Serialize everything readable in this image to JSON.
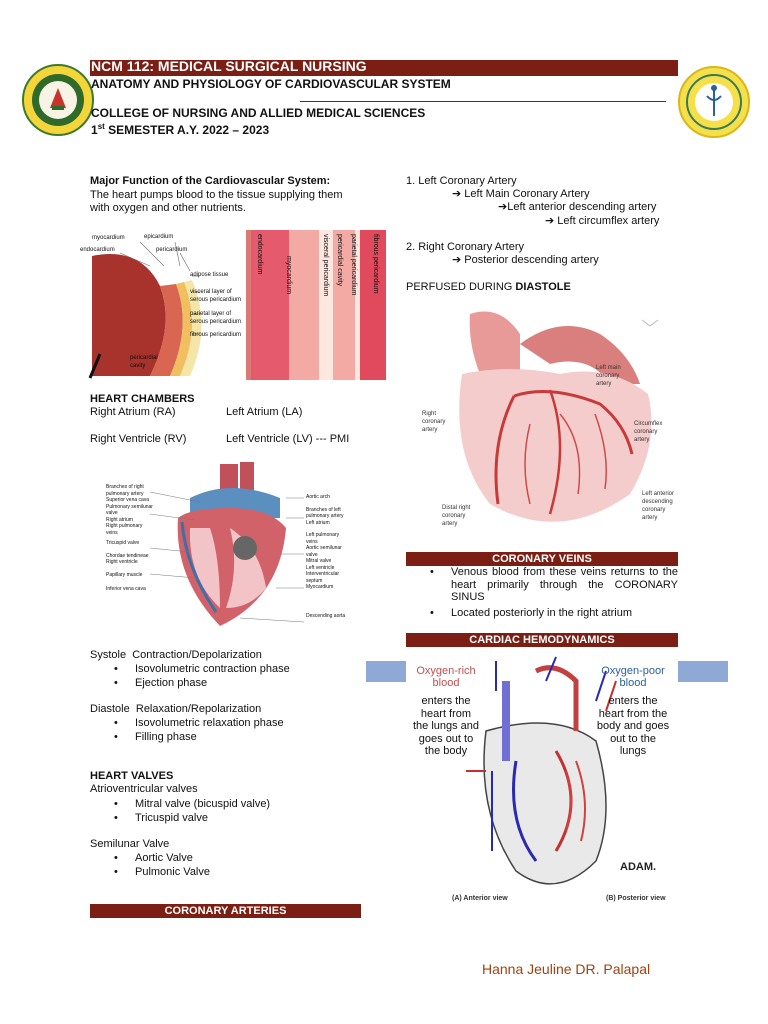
{
  "header": {
    "course_title": "NCM 112: MEDICAL SURGICAL NURSING",
    "topic": "ANATOMY AND PHYSIOLOGY OF CARDIOVASCULAR SYSTEM",
    "college": "COLLEGE OF NURSING AND ALLIED MEDICAL SCIENCES",
    "semester_num": "1",
    "semester_sup": "st",
    "semester_rest": " SEMESTER A.Y. 2022 – 2023"
  },
  "left": {
    "major_function_heading": "Major Function of the Cardiovascular System:",
    "major_function_line1": "The heart pumps blood to the tissue supplying  them",
    "major_function_line2": "with oxygen and other nutrients.",
    "layers_figure": {
      "labels": [
        "myocardium",
        "epicardium",
        "endocardium",
        "pericardium",
        "adipose tissue",
        "visceral layer of",
        "serous pericardium",
        "parietal layer of",
        "serous pericardium",
        "fibrous pericardium",
        "pericardial",
        "cavity"
      ],
      "band_labels": [
        "endocardium",
        "myocardium",
        "visceral pericardium",
        "pericardial cavity",
        "parietal pericardium",
        "fibrous pericardium"
      ]
    },
    "chambers_heading": "HEART CHAMBERS",
    "ra": "Right Atrium (RA)",
    "la": "Left Atrium (LA)",
    "rv": "Right Ventricle (RV)",
    "lv": "Left Ventricle (LV) --- PMI",
    "heart_figure_labels_left": [
      "Branches of right",
      "pulmonary artery",
      "Superior vena cava",
      "Pulmonary semilunar",
      "valve",
      "Right atrium",
      "Right pulmonary",
      "veins",
      "Tricuspid valve",
      "Chordae tendineae",
      "Right ventricle",
      "Papillary muscle",
      "Inferior vena cava"
    ],
    "heart_figure_labels_right": [
      "Aortic arch",
      "Branches of left",
      "pulmonary artery",
      "Left atrium",
      "Left pulmonary",
      "veins",
      "Aortic semilunar",
      "valve",
      "Mitral valve",
      "Left ventricle",
      "Interventricular",
      "septum",
      "Myocardium",
      "Descending aorta"
    ],
    "systole_label": "Systole",
    "systole_desc": "Contraction/Depolarization",
    "systole_items": [
      "Isovolumetric contraction phase",
      "Ejection phase"
    ],
    "diastole_label": "Diastole",
    "diastole_desc": "Relaxation/Repolarization",
    "diastole_items": [
      "Isovolumetric relaxation phase",
      "Filling phase"
    ],
    "valves_heading": "HEART VALVES",
    "av_label": "Atrioventricular valves",
    "av_items": [
      "Mitral valve (bicuspid valve)",
      "Tricuspid valve"
    ],
    "sl_label": "Semilunar Valve",
    "sl_items": [
      "Aortic Valve",
      "Pulmonic Valve"
    ],
    "coronary_arteries_band": "CORONARY ARTERIES"
  },
  "right": {
    "lca": "1. Left Coronary Artery",
    "lmca": "➔ Left Main Coronary Artery",
    "lad": "➔Left anterior descending artery",
    "lcx": "➔ Left circumflex artery",
    "rca": "2. Right Coronary Artery",
    "pda": "➔ Posterior descending  artery",
    "perfused_prefix": "PERFUSED DURING ",
    "perfused_bold": "DIASTOLE",
    "coronary_figure_labels": [
      "Left main",
      "coronary",
      "artery",
      "Right",
      "coronary",
      "artery",
      "Circumflex",
      "coronary",
      "artery",
      "Distal right",
      "coronary",
      "artery",
      "Left anterior",
      "descending",
      "coronary",
      "artery"
    ],
    "coronary_veins_band": "CORONARY VEINS",
    "veins_items": [
      "Venous blood from these  veins  returns  to the heart primarily  through the  CORONARY SINUS",
      "Located posteriorly in the right atrium"
    ],
    "hemodynamics_band": "CARDIAC HEMODYNAMICS",
    "oxygen_rich_title": "Oxygen-rich blood",
    "oxygen_rich_text": "enters the heart from the lungs and goes out to the body",
    "oxygen_poor_title": "Oxygen-poor blood",
    "oxygen_poor_text": "enters the heart from the body and goes out to the lungs",
    "adam_mark": "ADAM.",
    "caption_a": "(A) Anterior view",
    "caption_b": "(B) Posterior view"
  },
  "footer": {
    "author": "Hanna Jeuline DR. Palapal"
  },
  "colors": {
    "maroon": "#7b1f14",
    "accent_blue": "#8fa9d6",
    "footer_orange": "#a0420f"
  }
}
